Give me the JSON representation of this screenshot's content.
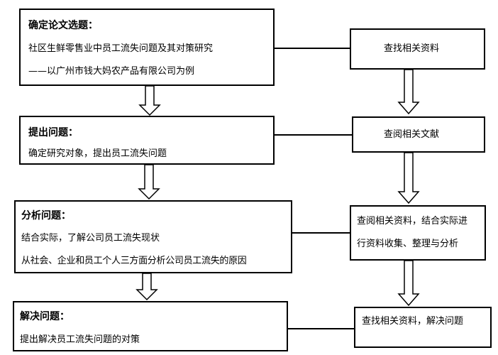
{
  "left_steps": [
    {
      "title": "确定论文选题：",
      "lines": [
        "社区生鲜零售业中员工流失问题及其对策研究",
        "——以广州市钱大妈农产品有限公司为例"
      ]
    },
    {
      "title": "提出问题：",
      "lines": [
        "确定研究对象，提出员工流失问题"
      ]
    },
    {
      "title": "分析问题：",
      "lines": [
        "结合实际，了解公司员工流失现状",
        "从社会、企业和员工个人三方面分析公司员工流失的原因"
      ]
    },
    {
      "title": "解决问题：",
      "lines": [
        "提出解决员工流失问题的对策"
      ]
    }
  ],
  "right_steps": [
    {
      "lines": [
        "查找相关资料"
      ]
    },
    {
      "lines": [
        "查阅相关文献"
      ]
    },
    {
      "lines": [
        "查阅相关资料，结合实际进",
        "行资料收集、整理与分析"
      ]
    },
    {
      "lines": [
        "查找相关资料，解决问题"
      ]
    }
  ]
}
